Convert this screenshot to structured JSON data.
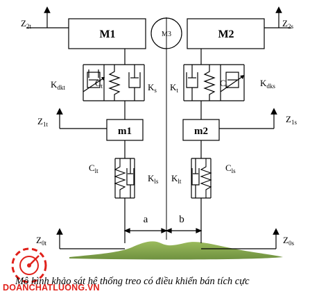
{
  "masses": {
    "body_left": "M1",
    "body_right": "M2",
    "body_center": "M3",
    "wheel_left": "m1",
    "wheel_right": "m2"
  },
  "displacements": {
    "z2t": {
      "main": "Z",
      "sub": "2t"
    },
    "z2s": {
      "main": "Z",
      "sub": "2s"
    },
    "z1t": {
      "main": "Z",
      "sub": "1t"
    },
    "z1s": {
      "main": "Z",
      "sub": "1s"
    },
    "z0t": {
      "main": "Z",
      "sub": "0t"
    },
    "z0s": {
      "main": "Z",
      "sub": "0s"
    }
  },
  "suspension_left": {
    "variable_damper": {
      "main": "K",
      "sub": "dkt"
    },
    "spring": {
      "main": "C",
      "sub": "t"
    },
    "damper": {
      "main": "K",
      "sub": "s"
    }
  },
  "suspension_right": {
    "damper": {
      "main": "K",
      "sub": "t"
    },
    "spring": {
      "main": "C",
      "sub": "s"
    },
    "variable_damper": {
      "main": "K",
      "sub": "dks"
    }
  },
  "tire_left": {
    "spring": {
      "main": "C",
      "sub": "lt"
    },
    "damper": {
      "main": "K",
      "sub": "ls"
    }
  },
  "tire_right": {
    "damper": {
      "main": "K",
      "sub": "lt"
    },
    "spring": {
      "main": "C",
      "sub": "ls"
    }
  },
  "distances": {
    "a": "a",
    "b": "b"
  },
  "caption": "Mô hình khảo sát hệ thống treo có điều khiển bán tích cực",
  "watermark": "DOANCHATLUONG.VN",
  "colors": {
    "line": "#000000",
    "road": "#8aab52",
    "watermark": "#e0201a"
  }
}
